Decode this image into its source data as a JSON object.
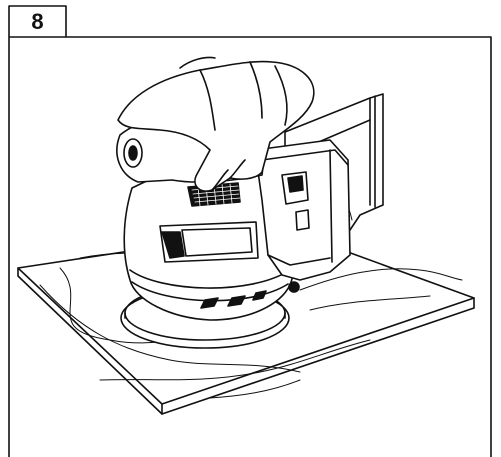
{
  "figure": {
    "number": "8"
  },
  "colors": {
    "line": "#111111",
    "background": "#ffffff"
  },
  "icons": [
    "random-orbit-sander-illustration",
    "hand-illustration",
    "battery-pack-illustration",
    "wood-board-illustration"
  ]
}
